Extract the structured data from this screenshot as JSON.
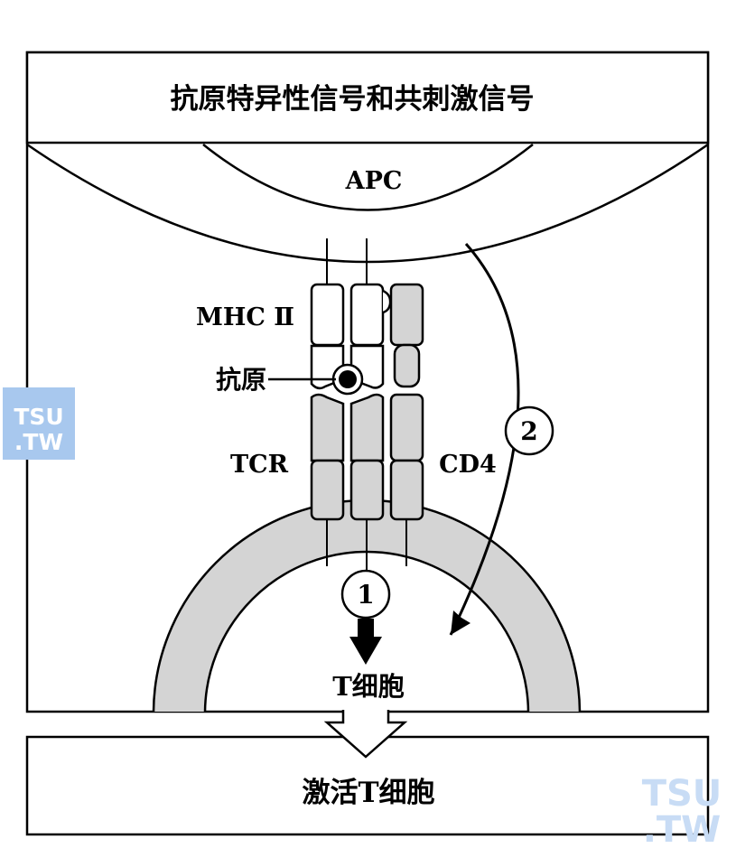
{
  "header": {
    "title": "抗原特异性信号和共刺激信号"
  },
  "apc": {
    "label": "APC"
  },
  "molecules": {
    "mhc": "MHC Ⅱ",
    "antigen": "抗原",
    "tcr": "TCR",
    "cd4": "CD4"
  },
  "signals": {
    "signal_1": "1",
    "signal_2": "2"
  },
  "tcell": {
    "label": "T细胞"
  },
  "footer": {
    "title": "激活T细胞"
  },
  "watermark": {
    "line1": "TSU",
    "line2": ".TW"
  },
  "colors": {
    "stroke": "#000000",
    "cell_fill": "#d4d4d4",
    "molecule_fill": "#d4d4d4",
    "watermark_bg": "#a8c8ee",
    "watermark_text": "#ffffff",
    "watermark_faint": "#c8dcf5"
  }
}
